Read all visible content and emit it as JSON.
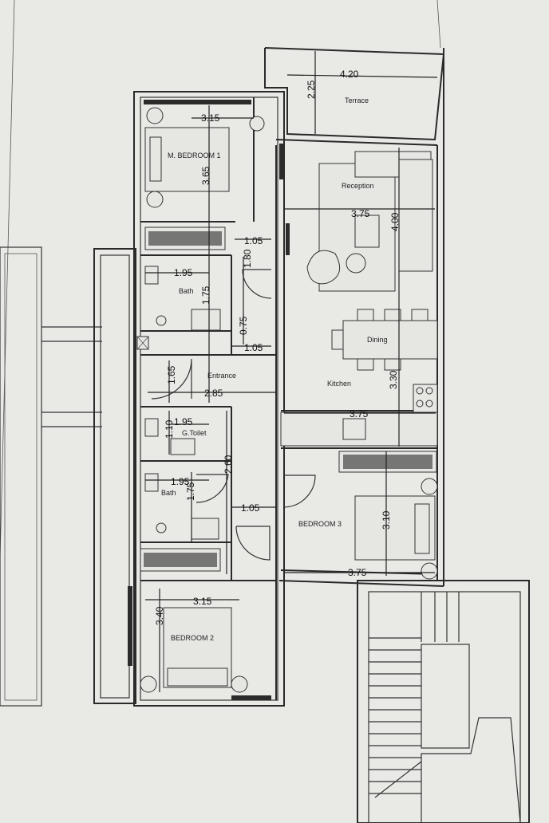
{
  "rooms": {
    "terrace": "Terrace",
    "master_bedroom": "M. BEDROOM 1",
    "reception": "Reception",
    "bath_1": "Bath",
    "entrance": "Entrance",
    "dining": "Dining",
    "kitchen": "Kitchen",
    "guest_toilet": "G.Toilet",
    "bath_2": "Bath",
    "bedroom_3": "BEDROOM 3",
    "bedroom_2": "BEDROOM 2"
  },
  "dimensions": {
    "terrace_width": "4.20",
    "terrace_depth": "2.25",
    "mbed_width": "3.15",
    "mbed_depth": "3.65",
    "reception_width": "3.75",
    "reception_depth": "4.00",
    "closet_1": "1.05",
    "bath1_width": "1.95",
    "bath1_depth": "1.75",
    "corridor_depth": "1.80",
    "door_075": "0.75",
    "closet_2": "1.05",
    "entrance_depth": "1.65",
    "entrance_width": "2.85",
    "kitchen_depth": "3.30",
    "kitchen_width": "3.75",
    "gtoilet_width": "1.95",
    "gtoilet_depth": "1.10",
    "hall_depth": "2.60",
    "bath2_width": "1.95",
    "bath2_depth": "1.75",
    "closet_3": "1.05",
    "bed3_depth": "3.10",
    "bed3_width": "3.75",
    "bed2_width": "3.15",
    "bed2_depth": "3.40"
  }
}
